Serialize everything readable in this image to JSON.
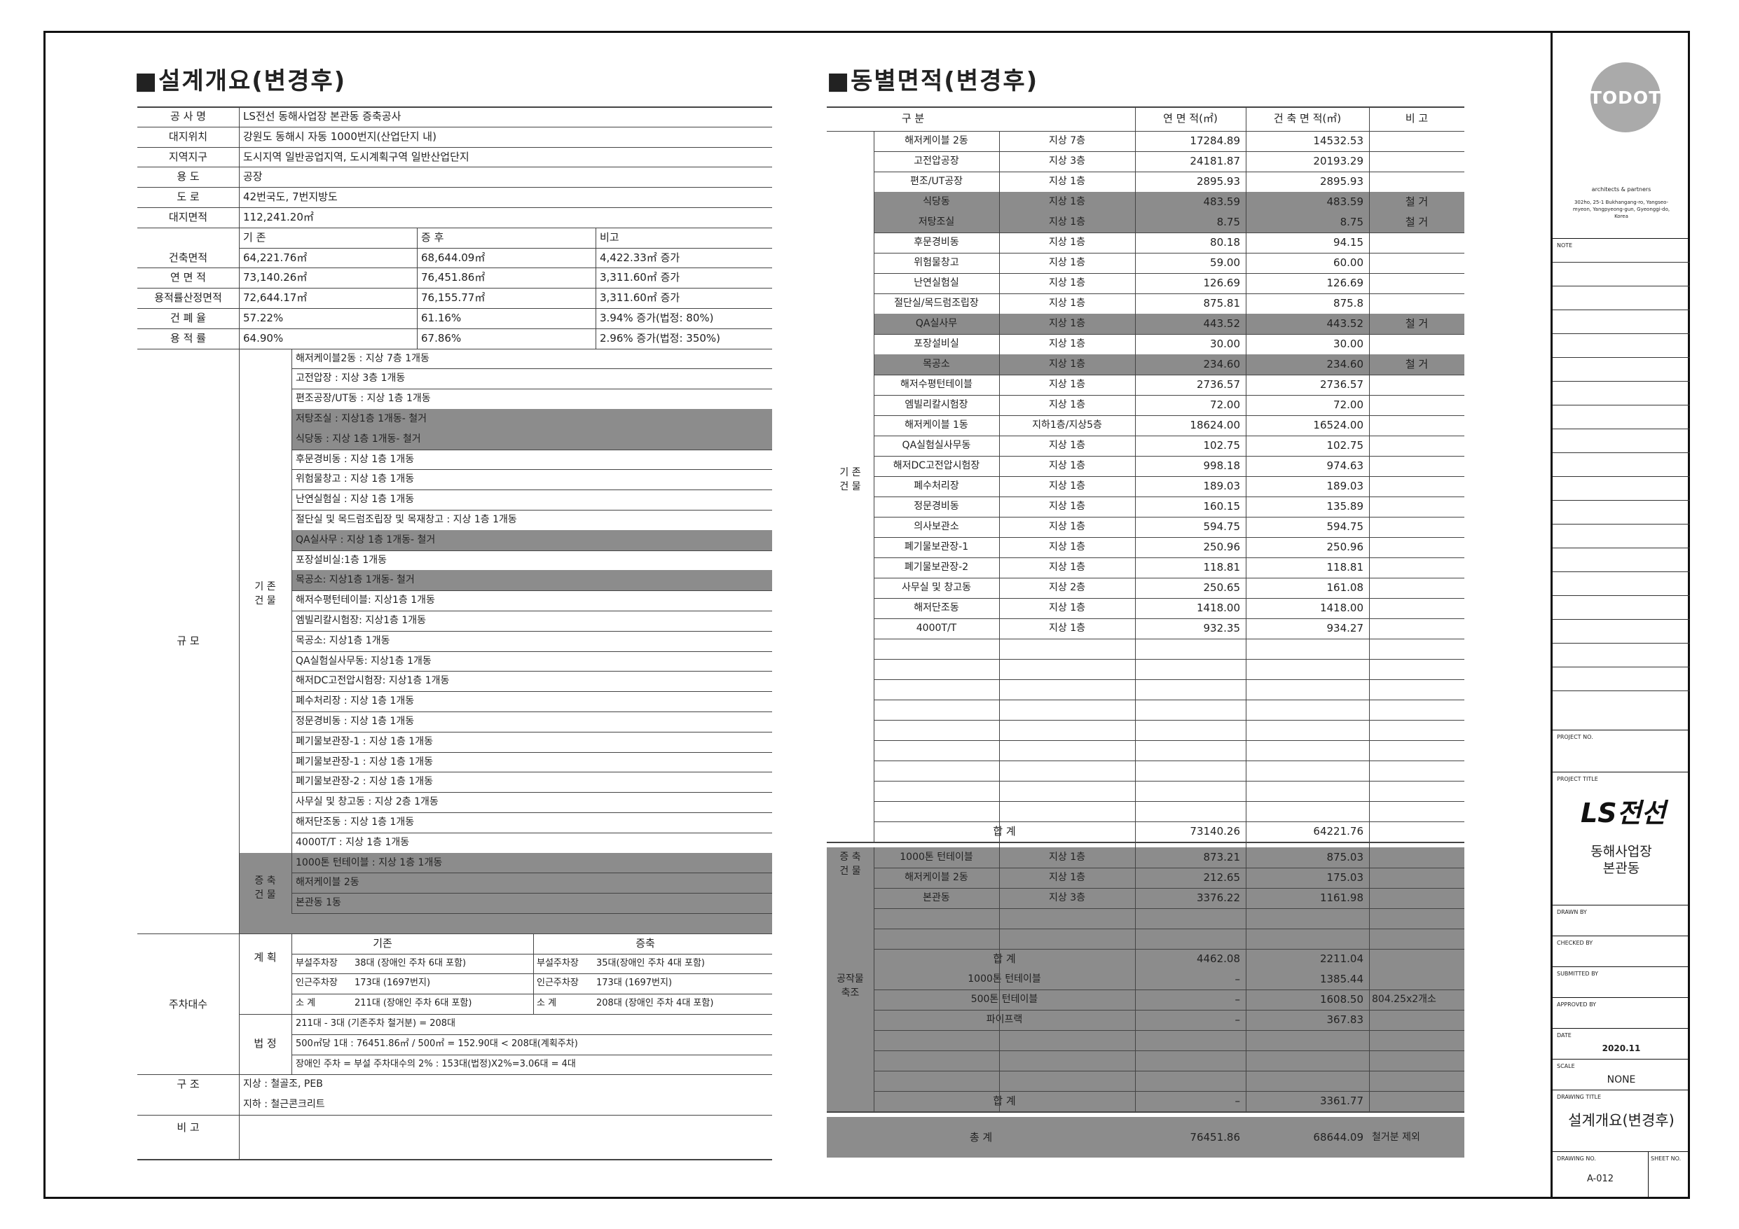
{
  "left": {
    "title": "■설계개요(변경후)",
    "rows": [
      {
        "label": "공 사 명",
        "value": "LS전선 동해사업장 본관동 증축공사"
      },
      {
        "label": "대지위치",
        "value": "강원도 동해시 자동 1000번지(산업단지 내)"
      },
      {
        "label": "지역지구",
        "value": "도시지역 일반공업지역, 도시계획구역 일반산업단지"
      },
      {
        "label": "용 도",
        "value": "공장"
      },
      {
        "label": "도 로",
        "value": "42번국도, 7번지방도"
      },
      {
        "label": "대지면적",
        "value": "112,241.20㎡"
      }
    ],
    "area_header": {
      "existing": "기 존",
      "after": "증 후",
      "note": "비고"
    },
    "area_rows": [
      {
        "label": "건축면적",
        "existing": "64,221.76㎡",
        "after": "68,644.09㎡",
        "note": "4,422.33㎡ 증가"
      },
      {
        "label": "연 면 적",
        "existing": "73,140.26㎡",
        "after": "76,451.86㎡",
        "note": "3,311.60㎡ 증가"
      },
      {
        "label": "용적률산정면적",
        "existing": "72,644.17㎡",
        "after": "76,155.77㎡",
        "note": "3,311.60㎡ 증가"
      },
      {
        "label": "건 폐 율",
        "existing": "57.22%",
        "after": "61.16%",
        "note": "3.94% 증가(법정: 80%)"
      },
      {
        "label": "용 적 률",
        "existing": "64.90%",
        "after": "67.86%",
        "note": "2.96% 증가(법정: 350%)"
      }
    ],
    "scale_label": "규 모",
    "existing_label": "기 존\n건 물",
    "scale_items": [
      {
        "text": "해저케이블2동 : 지상 7층 1개동",
        "gray": false
      },
      {
        "text": "고전압장 : 지상 3층 1개동",
        "gray": false
      },
      {
        "text": "편조공장/UT동 : 지상 1층 1개동",
        "gray": false
      },
      {
        "text": "저탕조실 : 지상1층 1개동- 철거",
        "gray": true
      },
      {
        "text": "식당동 : 지상 1층 1개동- 철거",
        "gray": true
      },
      {
        "text": "후문경비동 : 지상 1층 1개동",
        "gray": false
      },
      {
        "text": "위험물창고 : 지상 1층 1개동",
        "gray": false
      },
      {
        "text": "난연실험실 : 지상 1층 1개동",
        "gray": false
      },
      {
        "text": "절단실 및 목드럼조립장 및 목재창고 : 지상 1층 1개동",
        "gray": false
      },
      {
        "text": "QA실사무 : 지상 1층 1개동- 철거",
        "gray": true
      },
      {
        "text": "포장설비실:1층 1개동",
        "gray": false
      },
      {
        "text": "목공소: 지상1층 1개동- 철거",
        "gray": true
      },
      {
        "text": "해저수평턴테이블: 지상1층 1개동",
        "gray": false
      },
      {
        "text": "엠빌리칼시험장: 지상1층 1개동",
        "gray": false
      },
      {
        "text": "목공소: 지상1층 1개동",
        "gray": false
      },
      {
        "text": "QA실험실사무동: 지상1층 1개동",
        "gray": false
      },
      {
        "text": "해저DC고전압시험장: 지상1층 1개동",
        "gray": false
      },
      {
        "text": "폐수처리장 : 지상 1층 1개동",
        "gray": false
      },
      {
        "text": "정문경비동 : 지상 1층 1개동",
        "gray": false
      },
      {
        "text": "폐기물보관장-1 : 지상 1층 1개동",
        "gray": false
      },
      {
        "text": "폐기물보관장-1 : 지상 1층 1개동",
        "gray": false
      },
      {
        "text": "폐기물보관장-2 : 지상 1층 1개동",
        "gray": false
      },
      {
        "text": "사무실 및 창고동 : 지상 2층 1개동",
        "gray": false
      },
      {
        "text": "해저단조동 : 지상 1층 1개동",
        "gray": false
      },
      {
        "text": "4000T/T : 지상 1층 1개동",
        "gray": false
      }
    ],
    "addition_label": "증 축\n건 물",
    "addition_items": [
      "1000톤 턴테이블 : 지상 1층 1개동",
      "해저케이블 2동",
      "본관동 1동"
    ],
    "parking_label": "주차대수",
    "parking": {
      "plan_label": "계 획",
      "existing_hdr": "기존",
      "after_hdr": "증축",
      "rows": [
        [
          "부설주차장",
          "38대 (장애인 주차 6대 포함)",
          "부설주차장",
          "35대(장애인 주차 4대 포함)"
        ],
        [
          "인근주차장",
          "173대 (1697번지)",
          "인근주차장",
          "173대 (1697번지)"
        ],
        [
          "소 계",
          "211대 (장애인 주차 6대 포함)",
          "소 계",
          "208대 (장애인 주차 4대 포함)"
        ]
      ],
      "legal_label": "법 정",
      "legal_rows": [
        "211대 - 3대 (기존주차 철거분) = 208대",
        "500㎡당 1대 : 76451.86㎡ / 500㎡ = 152.90대 < 208대(계획주차)",
        "장애인 주차 = 부설 주차대수의 2% : 153대(법정)X2%=3.06대 = 4대"
      ]
    },
    "structure_label": "구 조",
    "structure_rows": [
      "지상 : 철골조, PEB",
      "지하 : 철근콘크리트"
    ],
    "remark_label": "비 고"
  },
  "right": {
    "title": "■동별면적(변경후)",
    "headers": [
      "구 분",
      "",
      "연 면 적(㎡)",
      "건 축 면 적(㎡)",
      "비 고"
    ],
    "existing_label": "기 존\n건 물",
    "rows": [
      {
        "name": "해저케이블 2동",
        "floor": "지상 7층",
        "gfa": "17284.89",
        "bca": "14532.53",
        "note": "",
        "gray": false
      },
      {
        "name": "고전압공장",
        "floor": "지상 3층",
        "gfa": "24181.87",
        "bca": "20193.29",
        "note": "",
        "gray": false
      },
      {
        "name": "편조/UT공장",
        "floor": "지상 1층",
        "gfa": "2895.93",
        "bca": "2895.93",
        "note": "",
        "gray": false
      },
      {
        "name": "식당동",
        "floor": "지상 1층",
        "gfa": "483.59",
        "bca": "483.59",
        "note": "철 거",
        "gray": true
      },
      {
        "name": "저탕조실",
        "floor": "지상 1층",
        "gfa": "8.75",
        "bca": "8.75",
        "note": "철 거",
        "gray": true
      },
      {
        "name": "후문경비동",
        "floor": "지상 1층",
        "gfa": "80.18",
        "bca": "94.15",
        "note": "",
        "gray": false
      },
      {
        "name": "위험물창고",
        "floor": "지상 1층",
        "gfa": "59.00",
        "bca": "60.00",
        "note": "",
        "gray": false
      },
      {
        "name": "난연실험실",
        "floor": "지상 1층",
        "gfa": "126.69",
        "bca": "126.69",
        "note": "",
        "gray": false
      },
      {
        "name": "절단실/목드럼조립장",
        "floor": "지상 1층",
        "gfa": "875.81",
        "bca": "875.8",
        "note": "",
        "gray": false
      },
      {
        "name": "QA실사무",
        "floor": "지상 1층",
        "gfa": "443.52",
        "bca": "443.52",
        "note": "철 거",
        "gray": true
      },
      {
        "name": "포장설비실",
        "floor": "지상 1층",
        "gfa": "30.00",
        "bca": "30.00",
        "note": "",
        "gray": false
      },
      {
        "name": "목공소",
        "floor": "지상 1층",
        "gfa": "234.60",
        "bca": "234.60",
        "note": "철 거",
        "gray": true
      },
      {
        "name": "해저수평턴테이블",
        "floor": "지상 1층",
        "gfa": "2736.57",
        "bca": "2736.57",
        "note": "",
        "gray": false
      },
      {
        "name": "엠빌리칼시험장",
        "floor": "지상 1층",
        "gfa": "72.00",
        "bca": "72.00",
        "note": "",
        "gray": false
      },
      {
        "name": "해저케이블 1동",
        "floor": "지하1층/지상5층",
        "gfa": "18624.00",
        "bca": "16524.00",
        "note": "",
        "gray": false
      },
      {
        "name": "QA실험실사무동",
        "floor": "지상 1층",
        "gfa": "102.75",
        "bca": "102.75",
        "note": "",
        "gray": false
      },
      {
        "name": "해저DC고전압시험장",
        "floor": "지상 1층",
        "gfa": "998.18",
        "bca": "974.63",
        "note": "",
        "gray": false
      },
      {
        "name": "폐수처리장",
        "floor": "지상 1층",
        "gfa": "189.03",
        "bca": "189.03",
        "note": "",
        "gray": false
      },
      {
        "name": "정문경비동",
        "floor": "지상 1층",
        "gfa": "160.15",
        "bca": "135.89",
        "note": "",
        "gray": false
      },
      {
        "name": "의사보관소",
        "floor": "지상 1층",
        "gfa": "594.75",
        "bca": "594.75",
        "note": "",
        "gray": false
      },
      {
        "name": "폐기물보관장-1",
        "floor": "지상 1층",
        "gfa": "250.96",
        "bca": "250.96",
        "note": "",
        "gray": false
      },
      {
        "name": "폐기물보관장-2",
        "floor": "지상 1층",
        "gfa": "118.81",
        "bca": "118.81",
        "note": "",
        "gray": false
      },
      {
        "name": "사무실 및 창고동",
        "floor": "지상 2층",
        "gfa": "250.65",
        "bca": "161.08",
        "note": "",
        "gray": false
      },
      {
        "name": "해저단조동",
        "floor": "지상 1층",
        "gfa": "1418.00",
        "bca": "1418.00",
        "note": "",
        "gray": false
      },
      {
        "name": "4000T/T",
        "floor": "지상 1층",
        "gfa": "932.35",
        "bca": "934.27",
        "note": "",
        "gray": false
      }
    ],
    "existing_total": {
      "label": "합 계",
      "gfa": "73140.26",
      "bca": "64221.76"
    },
    "addition_label": "증 축\n건 물",
    "addition_rows": [
      {
        "name": "1000톤 턴테이블",
        "floor": "지상 1층",
        "gfa": "873.21",
        "bca": "875.03"
      },
      {
        "name": "해저케이블 2동",
        "floor": "지상 1층",
        "gfa": "212.65",
        "bca": "175.03"
      },
      {
        "name": "본관동",
        "floor": "지상 3층",
        "gfa": "3376.22",
        "bca": "1161.98"
      }
    ],
    "addition_total": {
      "label": "합 계",
      "gfa": "4462.08",
      "bca": "2211.04"
    },
    "work_label": "공작물\n축조",
    "work_rows": [
      {
        "name": "1000톤 턴테이블",
        "gfa": "–",
        "bca": "1385.44",
        "note": ""
      },
      {
        "name": "500톤 턴테이블",
        "gfa": "–",
        "bca": "1608.50",
        "note": "804.25x2개소"
      },
      {
        "name": "파이프랙",
        "gfa": "–",
        "bca": "367.83",
        "note": ""
      }
    ],
    "work_total": {
      "label": "합 계",
      "gfa": "–",
      "bca": "3361.77"
    },
    "grand_total": {
      "label": "총 계",
      "gfa": "76451.86",
      "bca": "68644.09",
      "note": "철거분 제외"
    }
  },
  "titleblock": {
    "logo_text": "TODOT",
    "firm": "architects & partners",
    "address": "302ho, 25-1 Bukhangang-ro, Yangseo-myeon, Yangpyeong-gun, Gyeonggi-do, Korea",
    "note_label": "NOTE",
    "project_no_label": "PROJECT NO.",
    "project_title_label": "PROJECT TITLE",
    "client_logo": "LS전선",
    "project_title": "동해사업장\n본관동",
    "drawn_by": "DRAWN BY",
    "checked_by": "CHECKED BY",
    "submitted_by": "SUBMITTED BY",
    "approved_by": "APPROVED BY",
    "date_label": "DATE",
    "date": "2020.11",
    "scale_label": "SCALE",
    "scale": "NONE",
    "drawing_title_label": "DRAWING TITLE",
    "drawing_title": "설계개요(변경후)",
    "drawing_no_label": "DRAWING NO.",
    "sheet_no_label": "SHEET NO.",
    "drawing_no": "A-012"
  }
}
